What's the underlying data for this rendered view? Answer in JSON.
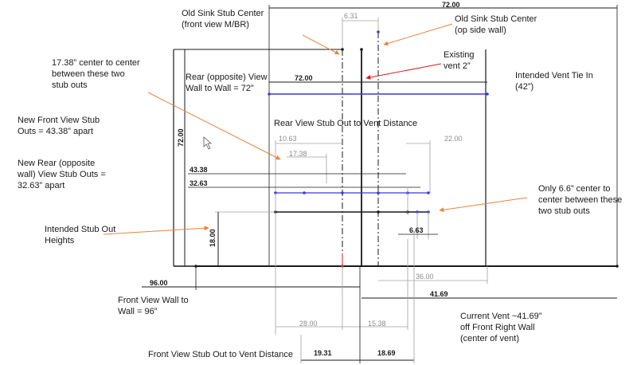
{
  "colors": {
    "frame": "#1a1a1a",
    "dimension_grey": "#a0a0a0",
    "vent_line": "#3a3ad6",
    "arrow": "#e8843c",
    "red_arrow": "#d62020"
  },
  "annotations": {
    "old_sink_front": "Old Sink Stub  Center\n(front view M/BR)",
    "old_sink_op": "Old Sink Stub  Center\n(op side wall)",
    "existing_vent": "Existing\nvent 2”",
    "center_17": "17.38” center to center\nbetween these two\nstub outs",
    "rear_wall": "Rear (opposite) View\nWall to Wall = 72”",
    "intended_vent": "Intended Vent Tie In\n(42”)",
    "new_front": "New Front View Stub\nOuts = 43.38” apart",
    "rear_vent_distance": "Rear View Stub Out to Vent Distance",
    "new_rear": "New Rear (opposite\nwall) View Stub Outs =\n32.63” apart",
    "only_66": "Only 6.6” center to\ncenter between these\ntwo stub outs",
    "intended_heights": "Intended Stub Out\nHeights",
    "front_wall": "Front View Wall to\nWall = 96”",
    "current_vent": "Current Vent ~41.69”\noff Front Right Wall\n(center of vent)",
    "front_vent_distance": "Front View Stub Out to Vent Distance"
  },
  "dimensions": {
    "top_72": "72.00",
    "d_631": "6.31",
    "rear_72": "72.00",
    "height_72": "72.00",
    "d_1063": "10.63",
    "d_1738": "17.38",
    "d_2200": "22.00",
    "d_4338": "43.38",
    "d_3263": "32.63",
    "d_663": "6.63",
    "height_18": "18.00",
    "d_9600": "96.00",
    "d_3600": "36.00",
    "d_4169": "41.69",
    "d_2800": "28.00",
    "d_1538": "15.38",
    "d_1931": "19.31",
    "d_1869": "18.69"
  }
}
